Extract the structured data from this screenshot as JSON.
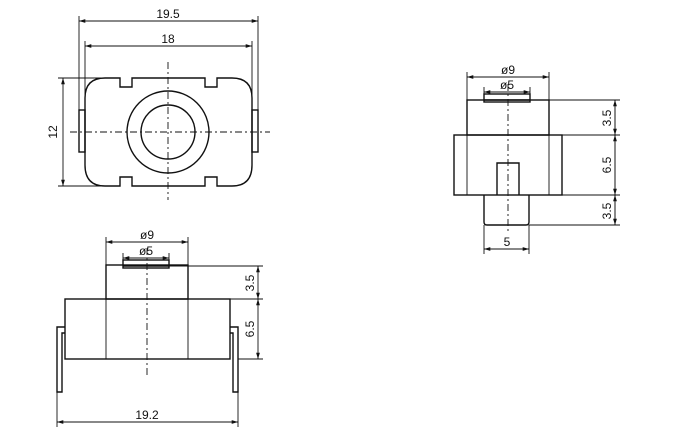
{
  "top_view": {
    "width_overall": "19.5",
    "width_body": "18",
    "height": "12"
  },
  "side_view": {
    "dia_outer": "ø9",
    "dia_inner": "ø5",
    "h_top": "3.5",
    "h_mid": "6.5",
    "h_bot": "3.5",
    "width_tab": "5"
  },
  "front_view": {
    "dia_outer": "ø9",
    "dia_inner": "ø5",
    "h_top": "3.5",
    "h_mid": "6.5",
    "width_total": "19.2"
  }
}
